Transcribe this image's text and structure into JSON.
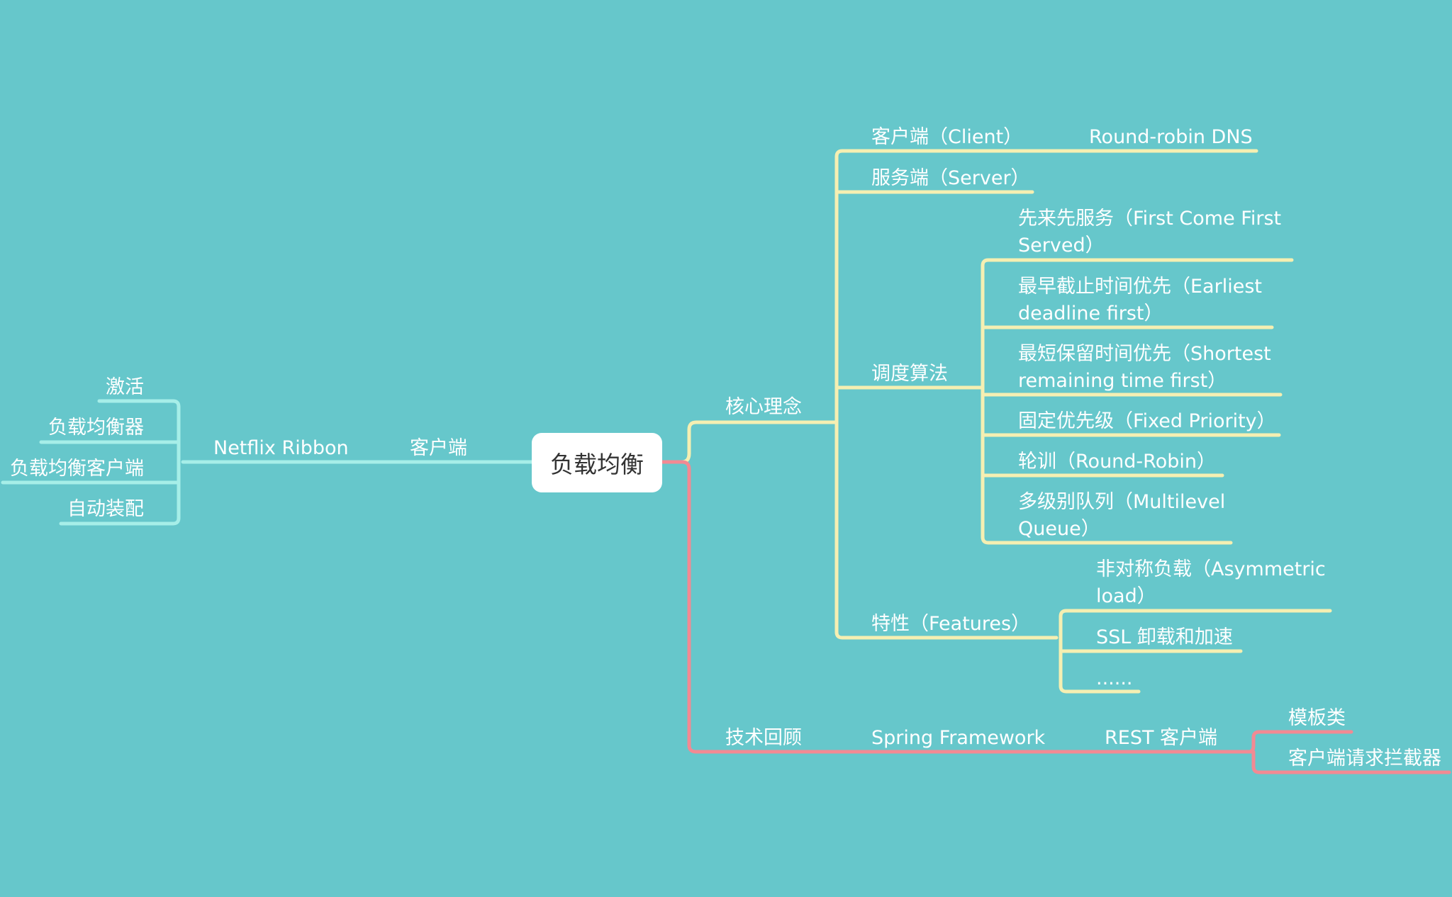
{
  "colors": {
    "background": "#66C7CB",
    "branch_left": "#A6EEE8",
    "branch_core": "#F5EFB2",
    "branch_tech": "#F28A93",
    "text": "#FFFFFF",
    "root_text": "#333333"
  },
  "root": {
    "label": "负载均衡"
  },
  "left": {
    "client": "客户端",
    "ribbon": "Netflix Ribbon",
    "ribbon_children": [
      "激活",
      "负载均衡器",
      "负载均衡客户端",
      "自动装配"
    ]
  },
  "core": {
    "label": "核心理念",
    "client": "客户端（Client）",
    "round_robin_dns": "Round-robin DNS",
    "server": "服务端（Server）",
    "scheduling": "调度算法",
    "algorithms": [
      "先来先服务（First Come First Served）",
      "最早截止时间优先（Earliest deadline first）",
      "最短保留时间优先（Shortest remaining time first）",
      "固定优先级（Fixed Priority）",
      "轮训（Round-Robin）",
      "多级别队列（Multilevel Queue）"
    ],
    "features": "特性（Features）",
    "feature_items": [
      "非对称负载（Asymmetric load）",
      "SSL 卸载和加速",
      "......"
    ]
  },
  "tech": {
    "label": "技术回顾",
    "spring": "Spring Framework",
    "rest": "REST 客户端",
    "rest_children": [
      "模板类",
      "客户端请求拦截器"
    ]
  }
}
